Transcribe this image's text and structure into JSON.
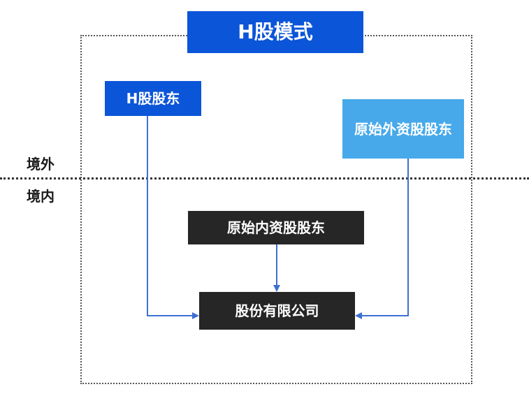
{
  "title": "H股模式",
  "regions": {
    "outside": "境外",
    "inside": "境内"
  },
  "nodes": {
    "h_shareholder": "H股股东",
    "foreign_shareholder": "原始外资股股东",
    "domestic_shareholder": "原始内资股股东",
    "company": "股份有限公司"
  },
  "colors": {
    "primary_blue": "#0b55d8",
    "light_blue": "#47a9ea",
    "dark_box": "#262626",
    "arrow": "#3f6fd1"
  }
}
